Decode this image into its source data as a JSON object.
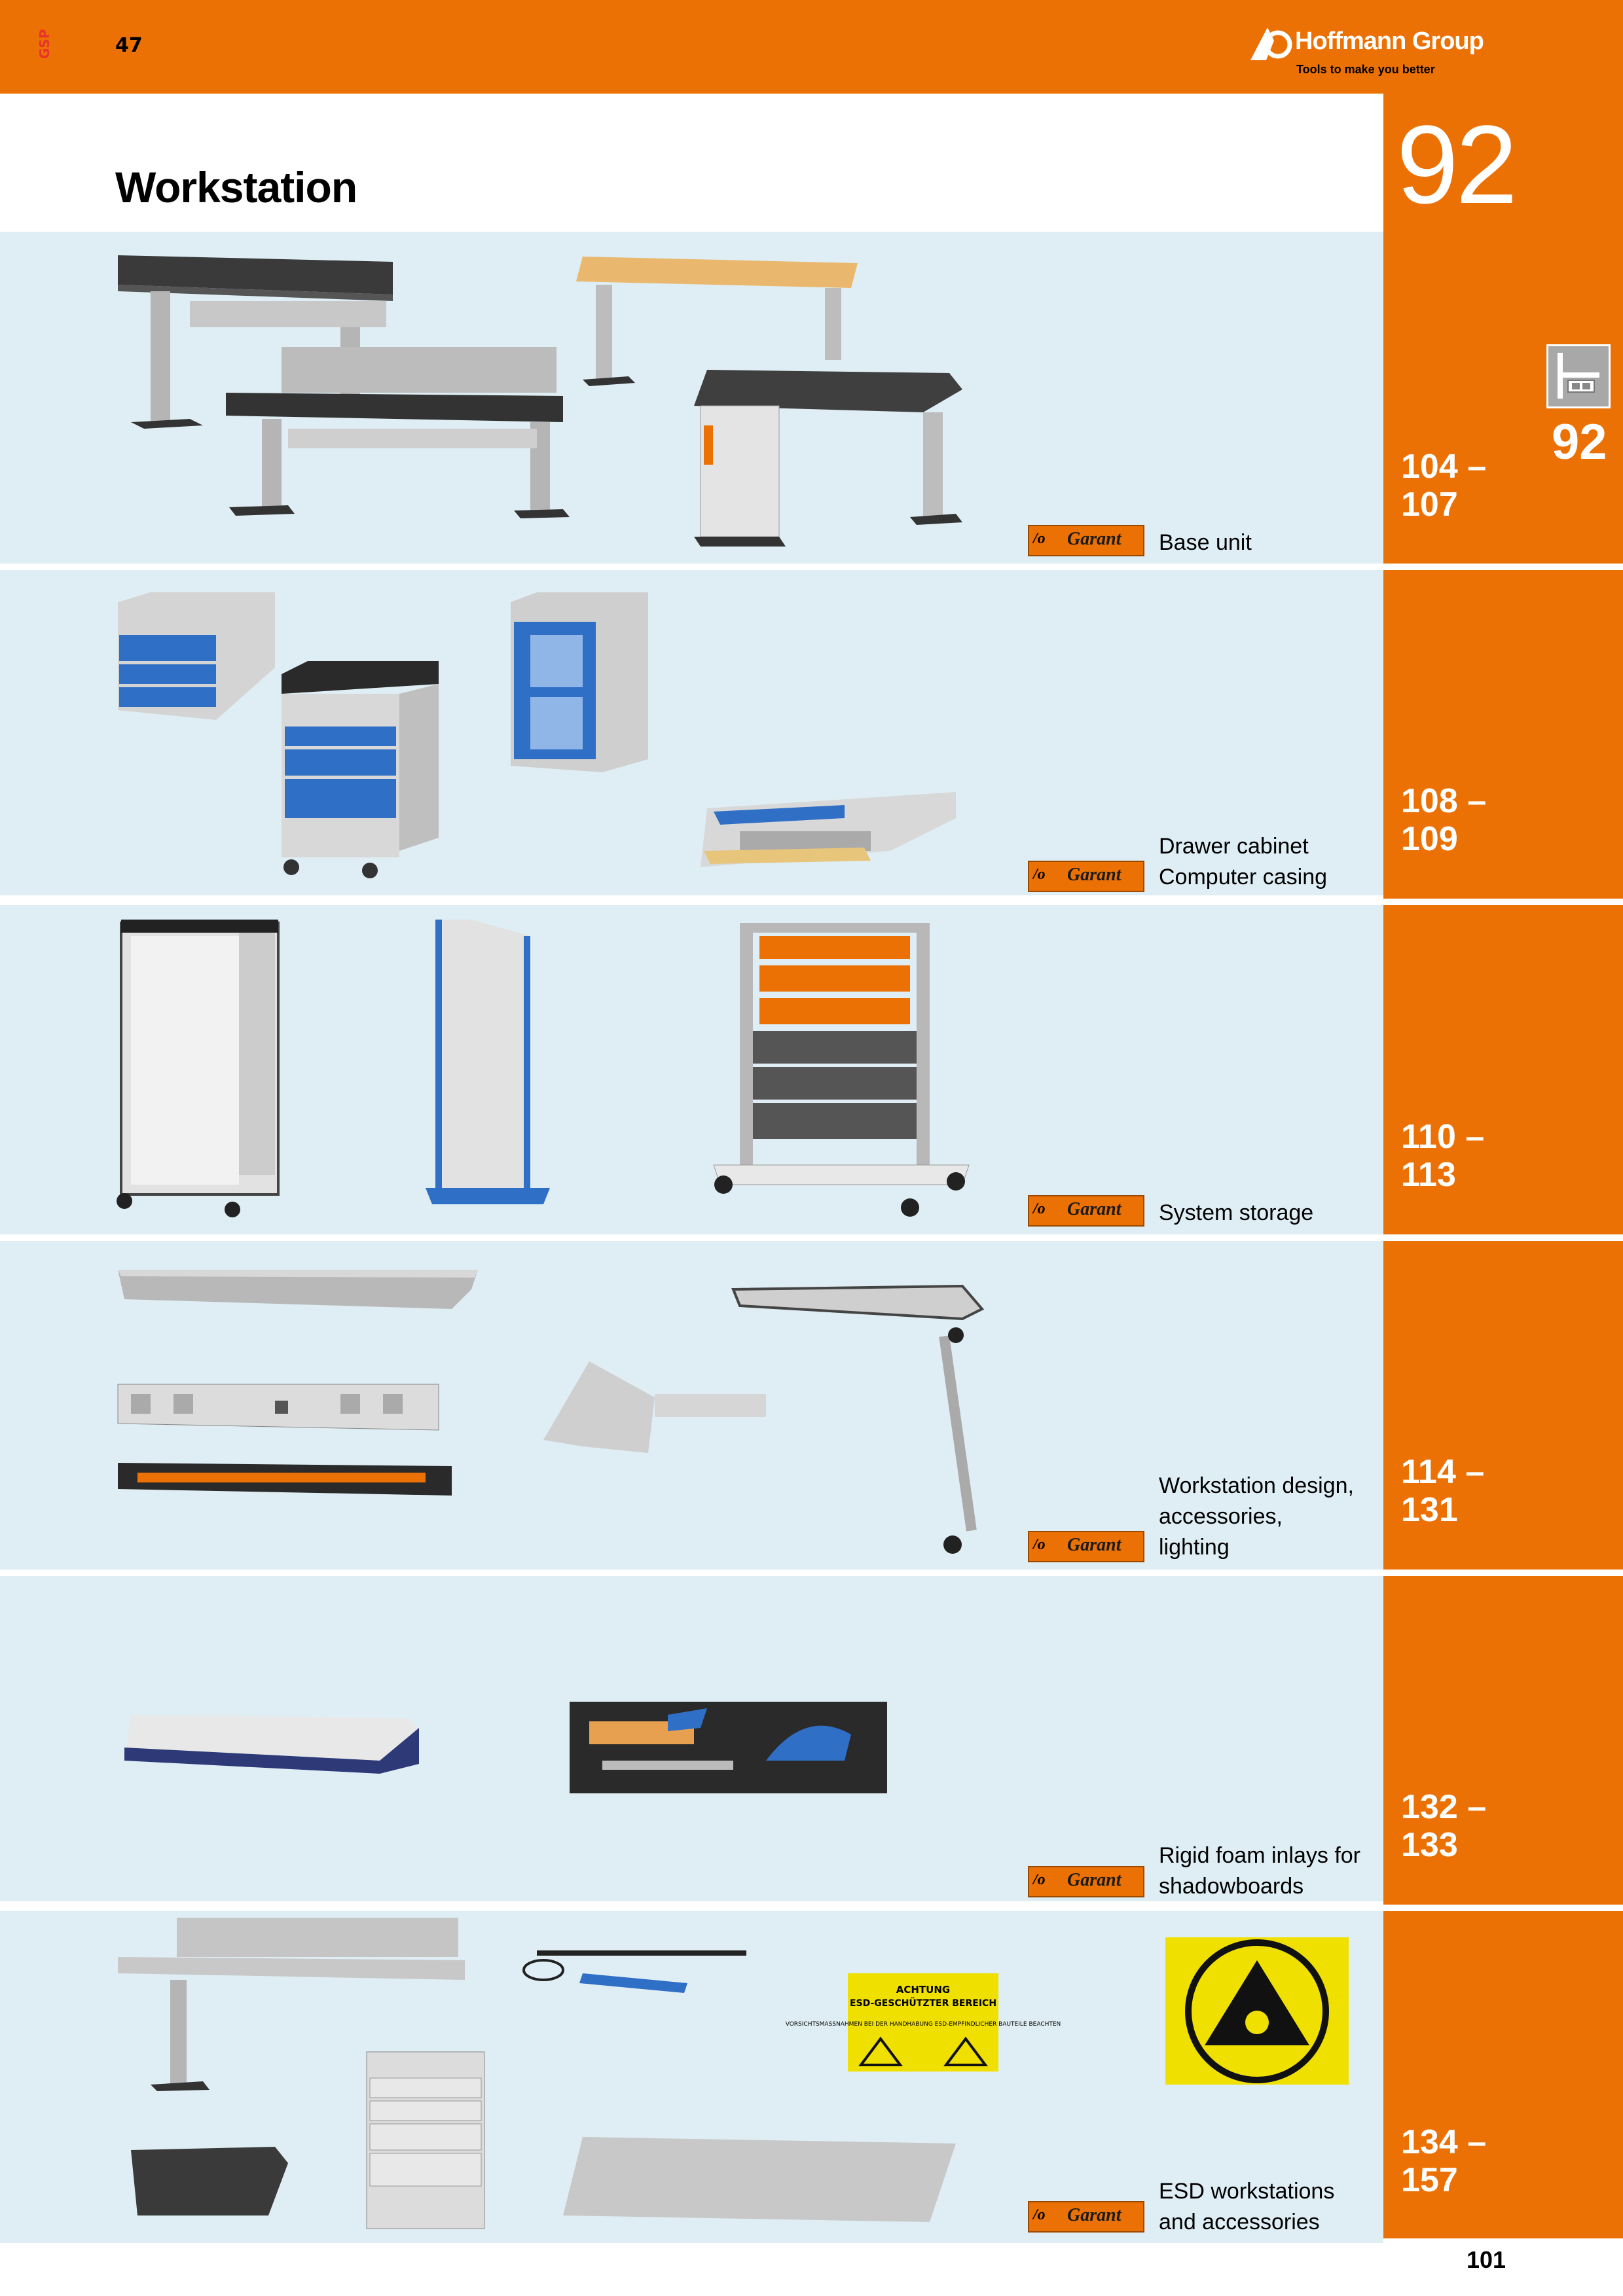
{
  "header": {
    "side_tag": "GSP",
    "page_tag": "47",
    "brand": "Hoffmann Group",
    "tagline": "Tools to make you better"
  },
  "title": "Workstation",
  "chapter": "92",
  "side_icon": "workstation-icon",
  "garant_label": "Garant",
  "categories": [
    {
      "label_lines": [
        "Base unit"
      ],
      "pages": [
        "104 –",
        "107"
      ]
    },
    {
      "label_lines": [
        "Drawer cabinet",
        "Computer casing"
      ],
      "pages": [
        "108 –",
        "109"
      ]
    },
    {
      "label_lines": [
        "System storage"
      ],
      "pages": [
        "110 –",
        "113"
      ]
    },
    {
      "label_lines": [
        "Workstation design,",
        "accessories,",
        "lighting"
      ],
      "pages": [
        "114 –",
        "131"
      ]
    },
    {
      "label_lines": [
        "Rigid foam inlays for",
        "shadowboards"
      ],
      "pages": [
        "132 –",
        "133"
      ]
    },
    {
      "label_lines": [
        "ESD workstations",
        "and accessories"
      ],
      "pages": [
        "134 –",
        "157"
      ]
    }
  ],
  "esd_sign": {
    "line1": "ACHTUNG",
    "line2": "ESD-GESCHÜTZTER BEREICH",
    "line3": "VORSICHTSMASSNAHMEN BEI DER HANDHABUNG ESD-EMPFINDLICHER BAUTEILE BEACHTEN"
  },
  "page_number": "101",
  "colors": {
    "accent": "#ec7104",
    "row_bg": "#dfeef4",
    "blue": "#2a6fc9"
  }
}
